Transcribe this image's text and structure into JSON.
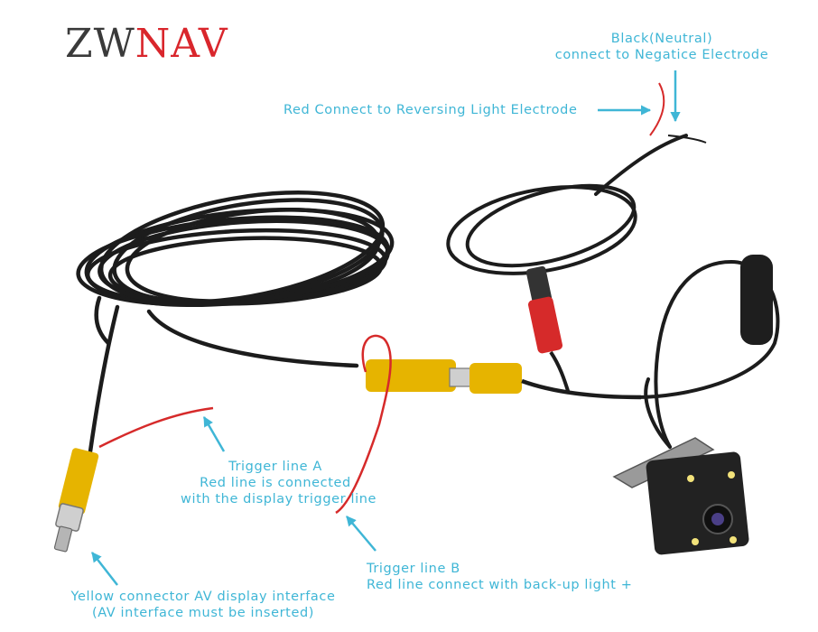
{
  "brand": {
    "logo_dark": "ZW",
    "logo_accent": "NAV",
    "color_dark": "#3a3a3a",
    "color_accent": "#d9262c"
  },
  "colors": {
    "annotation": "#3fb6d6",
    "cable": "#1c1c1c",
    "rca_yellow": "#e6b400",
    "red_wire": "#d62a2a"
  },
  "labels": {
    "black_neutral": {
      "line1": "Black(Neutral)",
      "line2": "connect to Negatice Electrode"
    },
    "red_reversing": "Red Connect to Reversing Light Electrode",
    "trigger_a": {
      "line1": "Trigger line A",
      "line2": "Red line is connected",
      "line3": "with the display trigger line"
    },
    "trigger_b": {
      "line1": "Trigger line B",
      "line2": "Red line connect with back-up light +"
    },
    "yellow_connector": {
      "line1": "Yellow connector AV display interface",
      "line2": "(AV interface must be inserted)"
    }
  },
  "icons": [
    "arrow-icon",
    "camera-icon",
    "rca-plug-icon",
    "cable-coil-icon"
  ]
}
